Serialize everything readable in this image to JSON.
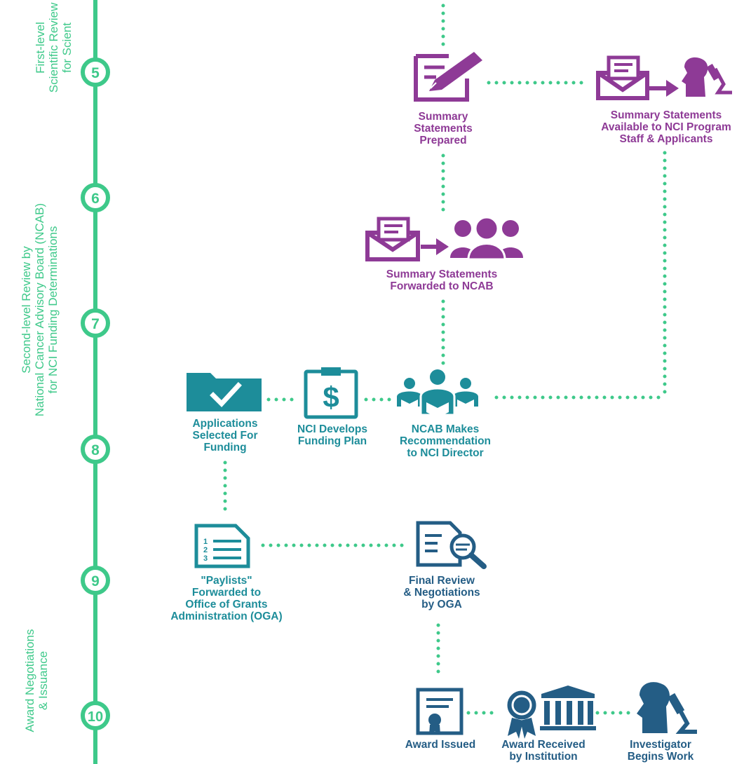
{
  "colors": {
    "timeline": "#3ec98a",
    "purple": "#8e3a96",
    "teal": "#1d8d9a",
    "navy": "#245d85"
  },
  "timeline": {
    "steps": [
      "5",
      "6",
      "7",
      "8",
      "9",
      "10"
    ]
  },
  "phases": {
    "first_level": "First-level\nScientific Review\nfor Scient",
    "second_level": "Second-level Review by\nNational Cancer Advisory Board (NCAB)\nfor NCI Funding Determinations",
    "award": "Award Negotiations\n& Issuance"
  },
  "nodes": {
    "summary_prepared": {
      "label": "Summary\nStatements\nPrepared",
      "icon": "document-pen-icon"
    },
    "summary_available": {
      "label": "Summary Statements\nAvailable to NCI Program\nStaff & Applicants",
      "icon": "envelope-to-scientist-icon"
    },
    "summary_forwarded": {
      "label": "Summary Statements\nForwarded to NCAB",
      "icon": "envelope-to-group-icon"
    },
    "applications_selected": {
      "label": "Applications\nSelected For\nFunding",
      "icon": "folder-check-icon"
    },
    "funding_plan": {
      "label": "NCI Develops\nFunding Plan",
      "icon": "clipboard-dollar-icon"
    },
    "ncab_recommendation": {
      "label": "NCAB Makes\nRecommendation\nto NCI Director",
      "icon": "board-members-icon"
    },
    "paylists": {
      "label": "\"Paylists\"\nForwarded to\nOffice of Grants\nAdministration (OGA)",
      "icon": "numbered-list-icon"
    },
    "final_review": {
      "label": "Final Review\n& Negotiations\nby OGA",
      "icon": "document-magnifier-icon"
    },
    "award_issued": {
      "label": "Award Issued",
      "icon": "certificate-icon"
    },
    "award_received": {
      "label": "Award Received\nby Institution",
      "icon": "ribbon-institution-icon"
    },
    "investigator": {
      "label": "Investigator\nBegins Work",
      "icon": "scientist-microscope-icon"
    }
  }
}
